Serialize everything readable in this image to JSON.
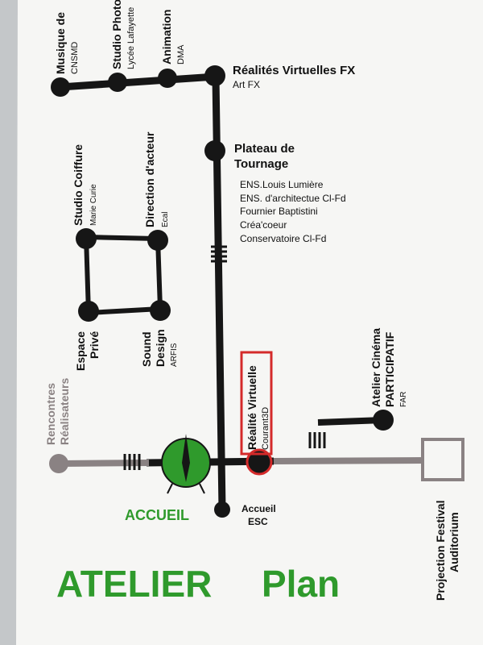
{
  "colors": {
    "line": "#161616",
    "grey_line": "#8a8283",
    "green": "#2f9a2c",
    "red": "#d42a2a",
    "paper": "#f6f6f4"
  },
  "stations": {
    "musique": {
      "name": "Musique de",
      "sub": "CNSMD"
    },
    "studio_photo": {
      "name": "Studio Photo",
      "sub": "Lycée Lafayette"
    },
    "animation": {
      "name": "Animation",
      "sub": "DMA"
    },
    "realites_fx": {
      "name": "Réalités Virtuelles FX",
      "sub": "Art FX"
    },
    "plateau_1": "Plateau de",
    "plateau_2": "Tournage",
    "plateau_list": [
      "ENS.Louis Lumière",
      "ENS. d'architectue Cl-Fd",
      "Fournier Baptistini",
      "Créa'coeur",
      "Conservatoire Cl-Fd"
    ],
    "studio_coiffure": {
      "name": "Studio Coiffure",
      "sub": "Marie Curie"
    },
    "direction": {
      "name": "Direction d'acteur",
      "sub": "Ecal"
    },
    "espace_1": "Espace",
    "espace_2": "Privé",
    "sound_1": "Sound",
    "sound_2": "Design",
    "sound_sub": "ARFIS",
    "rencontres_1": "Rencontres",
    "rencontres_2": "Réalisateurs",
    "realite_virtuelle": {
      "name": "Réalité Virtuelle",
      "sub": "Courant3D"
    },
    "atelier_cinema_1": "Atelier Cinéma",
    "atelier_cinema_2": "PARTICIPATIF",
    "atelier_cinema_sub": "FAR",
    "accueil": "ACCUEIL",
    "accueil_esc_1": "Accueil",
    "accueil_esc_2": "ESC",
    "projection_1": "Projection Festival",
    "projection_2": "Auditorium"
  },
  "title": {
    "left": "ATELIER",
    "right": "Plan"
  },
  "icons": {
    "accueil": "compass-icon"
  }
}
